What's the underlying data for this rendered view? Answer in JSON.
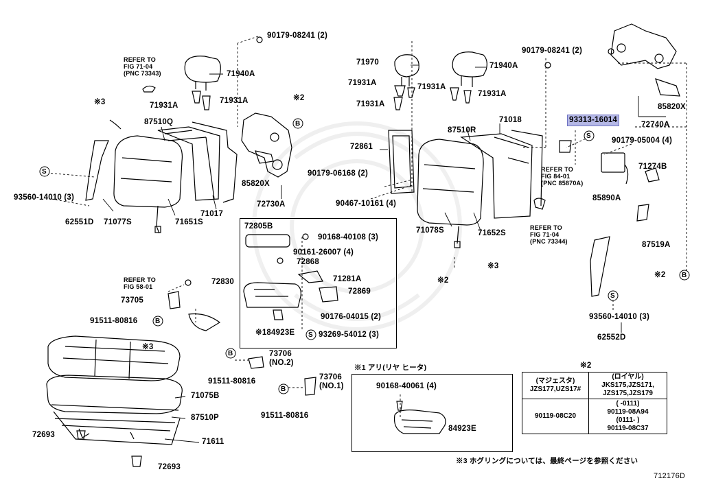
{
  "diagram_id": "712176D",
  "highlighted_part": "93313-16014",
  "notes": {
    "note1": "※1 アリ(リヤ ヒータ)",
    "note2": "※2",
    "note3": "※3 ホグリングについては、最終ページを参照ください",
    "mark2": "※2",
    "mark3": "※3"
  },
  "refs": {
    "ref_7104a": [
      "REFER TO",
      "FIG 71-04",
      "(PNC 73343)"
    ],
    "ref_5801": [
      "REFER TO",
      "FIG 58-01"
    ],
    "ref_8401": [
      "REFER TO",
      "FIG 84-01",
      "(PNC 85870A)"
    ],
    "ref_7104b": [
      "REFER TO",
      "FIG 71-04",
      "(PNC 73344)"
    ]
  },
  "parts": {
    "p90179_08241_a": "90179-08241 (2)",
    "p90179_08241_b": "90179-08241 (2)",
    "p71940a_l": "71940A",
    "p71940a_r": "71940A",
    "p71931a_1": "71931A",
    "p71931a_2": "71931A",
    "p71931a_3": "71931A",
    "p71931a_4": "71931A",
    "p71931a_5": "71931A",
    "p71970": "71970",
    "p87510q": "87510Q",
    "p87510r": "87510R",
    "p71018": "71018",
    "p72861": "72861",
    "p90179_06168": "90179-06168 (2)",
    "p90467_10161": "90467-10161 (4)",
    "p93560_14010_3a": "93560-14010 (3)",
    "p93560_14010_3b": "93560-14010 (3)",
    "p62551d": "62551D",
    "p62552d": "62552D",
    "p71077s": "71077S",
    "p71651s": "71651S",
    "p71017": "71017",
    "p85820x_l": "85820X",
    "p85820x_r": "85820X",
    "p72730a": "72730A",
    "p72740a": "72740A",
    "p93313": "93313-16014",
    "p90179_05004": "90179-05004 (4)",
    "p71274b": "71274B",
    "p85890a": "85890A",
    "p87519a": "87519A",
    "p71078s": "71078S",
    "p71652s": "71652S",
    "p72805b": "72805B",
    "p90168_40108": "90168-40108 (3)",
    "p90161_26007": "90161-26007 (4)",
    "p72868": "72868",
    "p72830": "72830",
    "p71281a": "71281A",
    "p72869": "72869",
    "p90176_04015": "90176-04015 (2)",
    "p84923e_a": "※184923E",
    "p93269_54012": "93269-54012 (3)",
    "p73705": "73705",
    "p91511_80816_a": "91511-80816",
    "p91511_80816_b": "91511-80816",
    "p91511_80816_c": "91511-80816",
    "p73706_no2": "73706",
    "p73706_no2_sub": "(NO.2)",
    "p73706_no1": "73706",
    "p73706_no1_sub": "(NO.1)",
    "p71075b": "71075B",
    "p87510p": "87510P",
    "p71611": "71611",
    "p72693_a": "72693",
    "p72693_b": "72693",
    "p90168_40061": "90168-40061 (4)",
    "p84923e_b": "84923E"
  },
  "callouts": {
    "s": "S",
    "b": "B"
  },
  "variant_table": {
    "title": "※2",
    "h1": "(マジェスタ)",
    "h1b": "JZS177,UZS17#",
    "h2": "(ロイヤル)",
    "h2b": "JKS175,JZS171,",
    "h2c": "JZS175,JZS179",
    "c1": "90119-08C20",
    "c2a": "(     -0111)",
    "c2b": "90119-08A94",
    "c2c": "(0111-     )",
    "c2d": "90119-08C37"
  }
}
